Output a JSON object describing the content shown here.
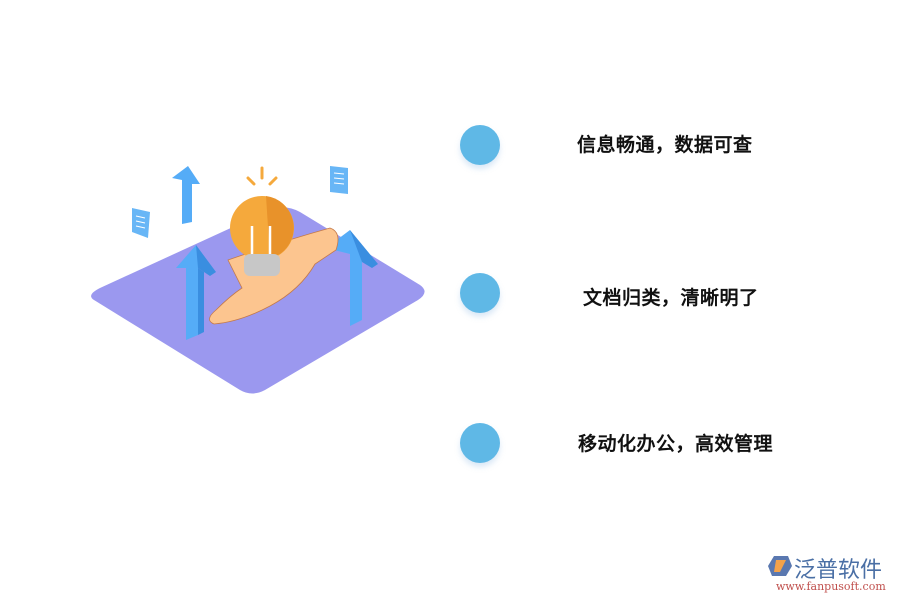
{
  "features": [
    {
      "label": "信息畅通，数据可查"
    },
    {
      "label": "文档归类，清晰明了"
    },
    {
      "label": "移动化办公，高效管理"
    }
  ],
  "illustration": {
    "icons": [
      "lightbulb-icon",
      "hand-icon",
      "up-arrow-icon",
      "document-icon"
    ],
    "colors": {
      "platform": "#9b98ef",
      "arrow": "#4aa8f5",
      "bulb": "#f5a73a",
      "hand": "#fbc48e"
    }
  },
  "logo": {
    "name": "泛普软件",
    "url": "www.fanpusoft.com"
  },
  "colors": {
    "dot": "#5fb8e6",
    "text": "#111111"
  }
}
